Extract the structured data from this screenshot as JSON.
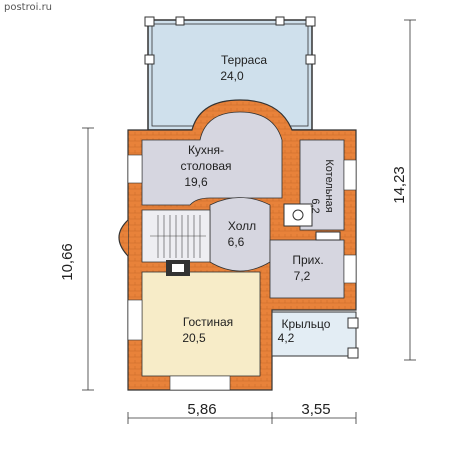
{
  "watermark": "postroi.ru",
  "rooms": {
    "terrace": {
      "name": "Терраса",
      "area": "24,0"
    },
    "kitchen": {
      "name_line1": "Кухня-",
      "name_line2": "столовая",
      "area": "19,6"
    },
    "boiler": {
      "name": "Котельная",
      "area": "6,2"
    },
    "hall": {
      "name": "Холл",
      "area": "6,6"
    },
    "entry": {
      "name": "Прих.",
      "area": "7,2"
    },
    "living": {
      "name": "Гостиная",
      "area": "20,5"
    },
    "porch": {
      "name": "Крыльцо",
      "area": "4,2"
    }
  },
  "dimensions": {
    "left_height": "10,66",
    "right_height": "14,23",
    "bottom_left_width": "5,86",
    "bottom_right_width": "3,55"
  },
  "colors": {
    "wall": "#e8823a",
    "room_fill": "#d6d6e0",
    "terrace_fill": "#cfe0ec",
    "living_fill": "#f7ecc8",
    "porch_fill": "#e3edf4",
    "line": "#333333"
  }
}
